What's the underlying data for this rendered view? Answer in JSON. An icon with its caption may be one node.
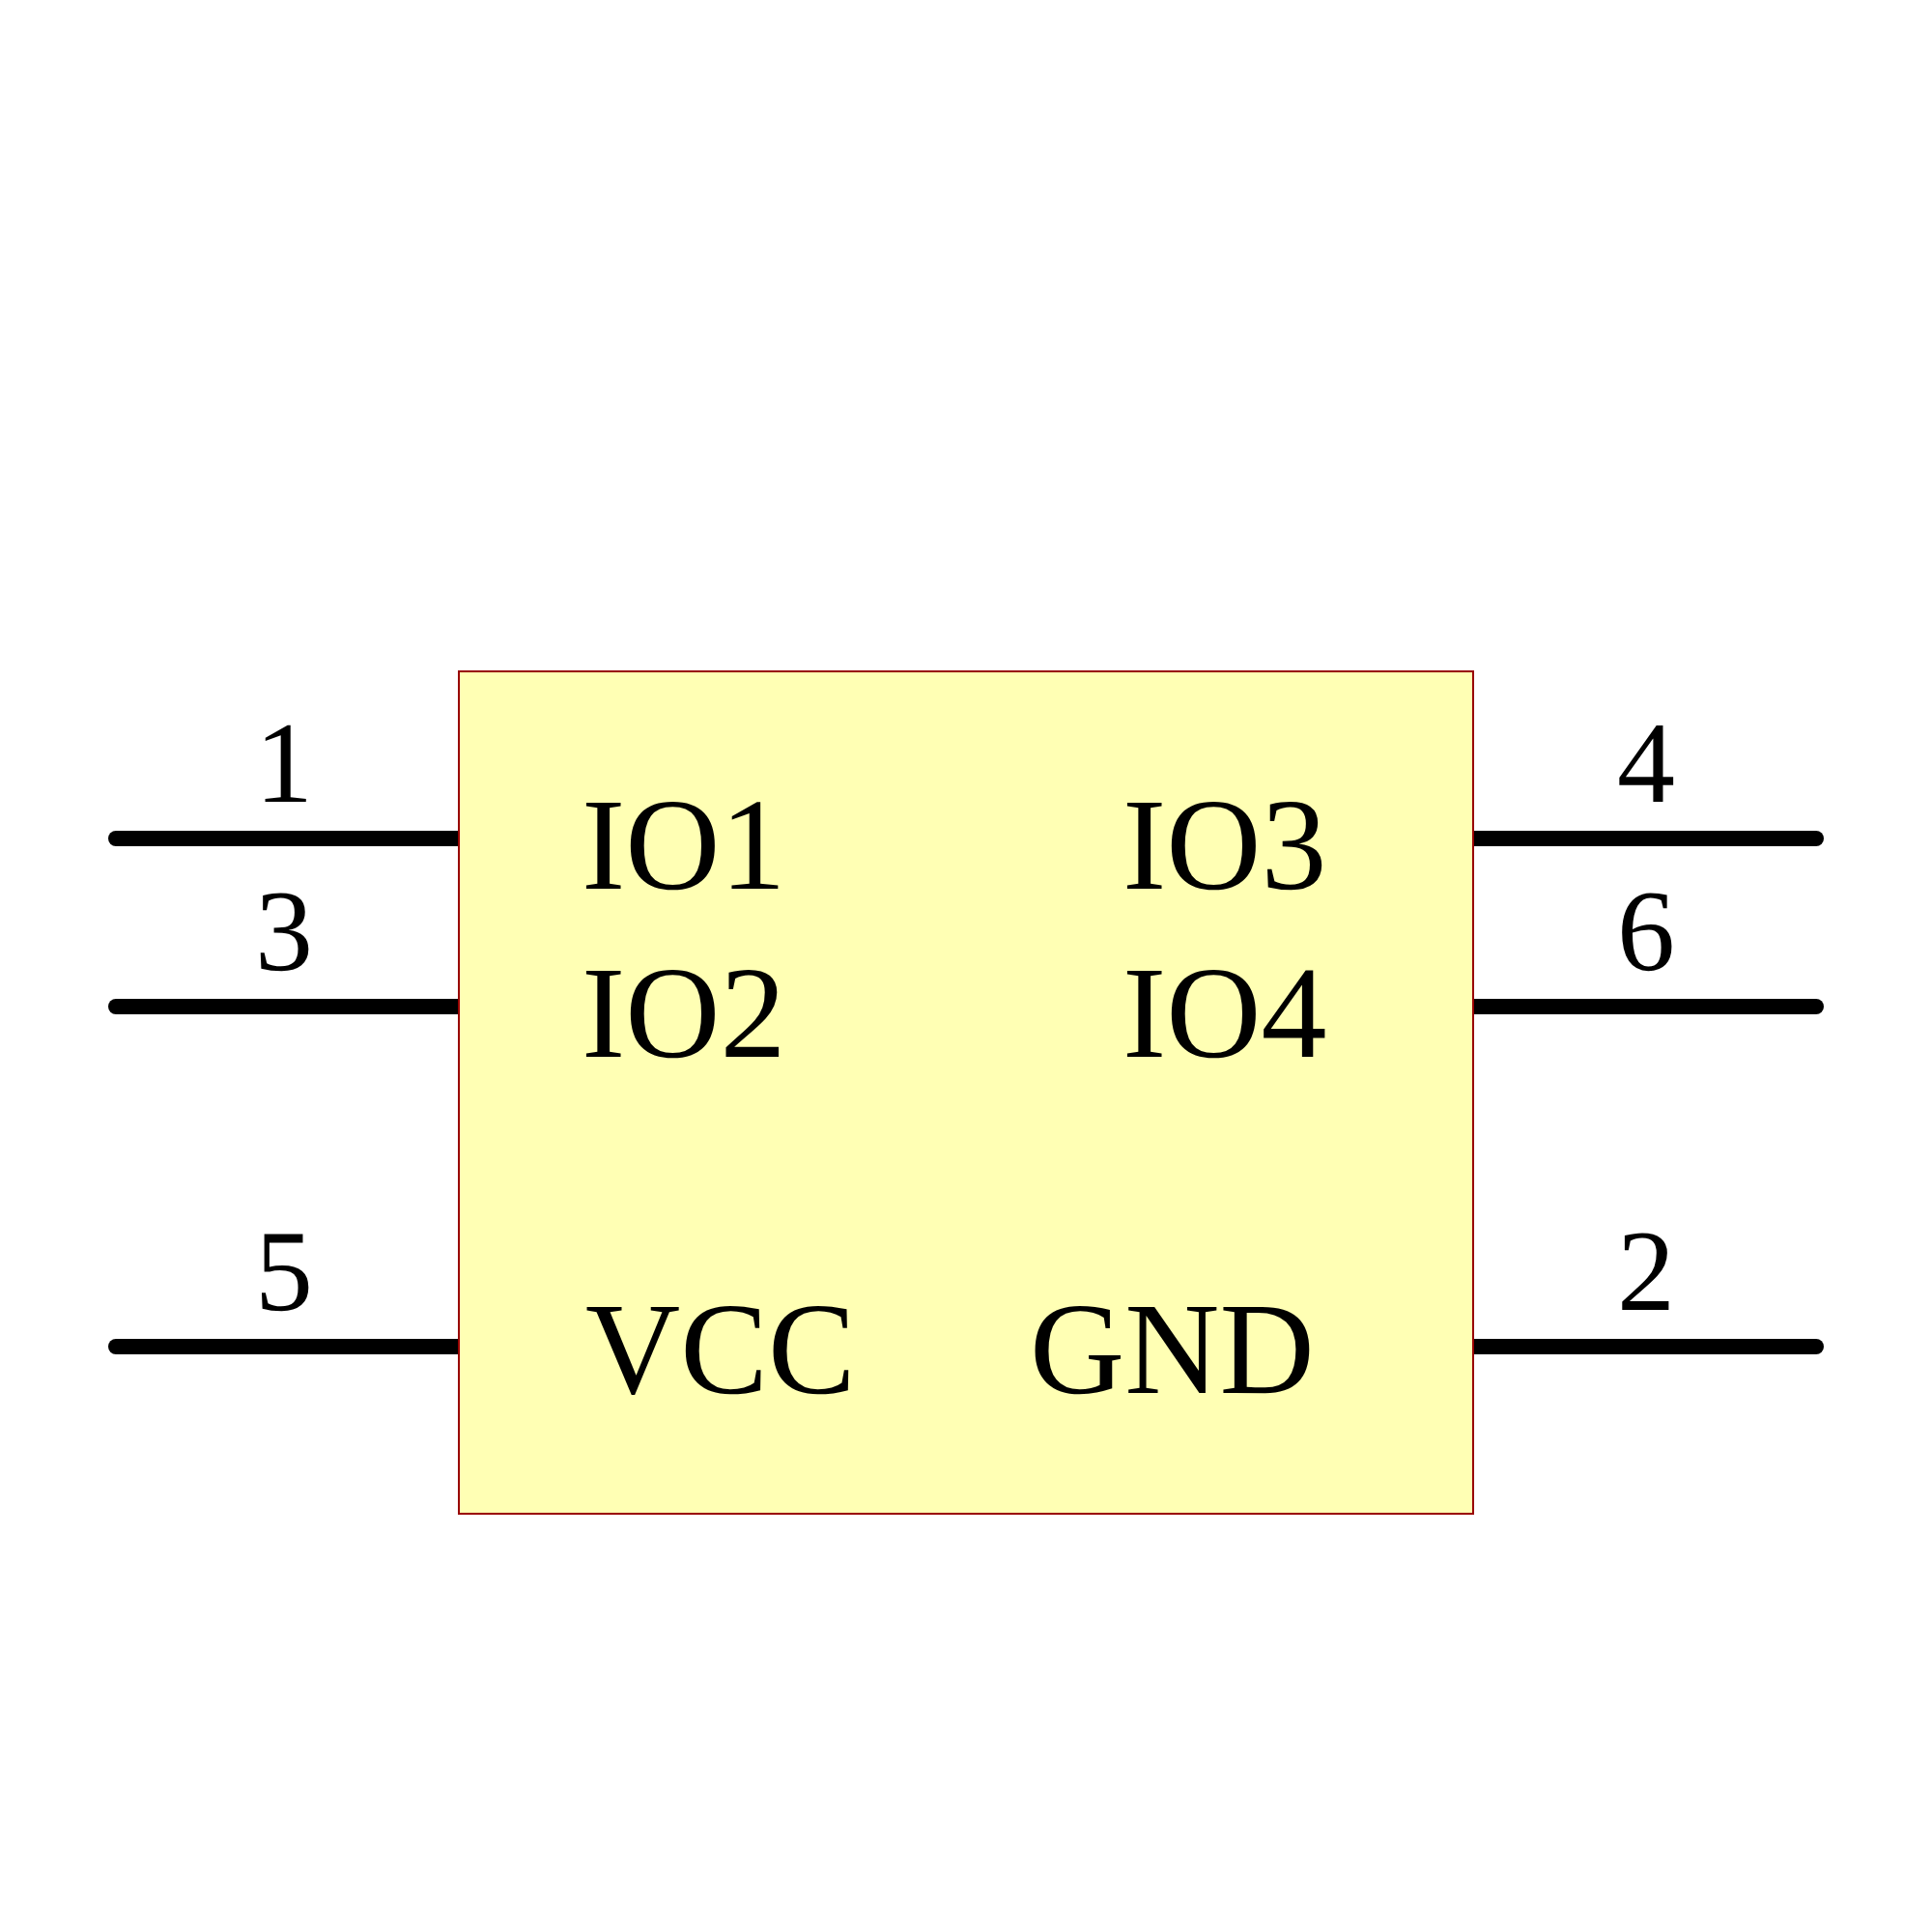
{
  "diagram": {
    "nodes": [
      {
        "text": [
          "IO1",
          "IO3",
          "IO2",
          "IO4",
          "VCC",
          "GND"
        ]
      }
    ],
    "labels": [
      "1",
      "4",
      "3",
      "6",
      "5",
      "2"
    ]
  }
}
